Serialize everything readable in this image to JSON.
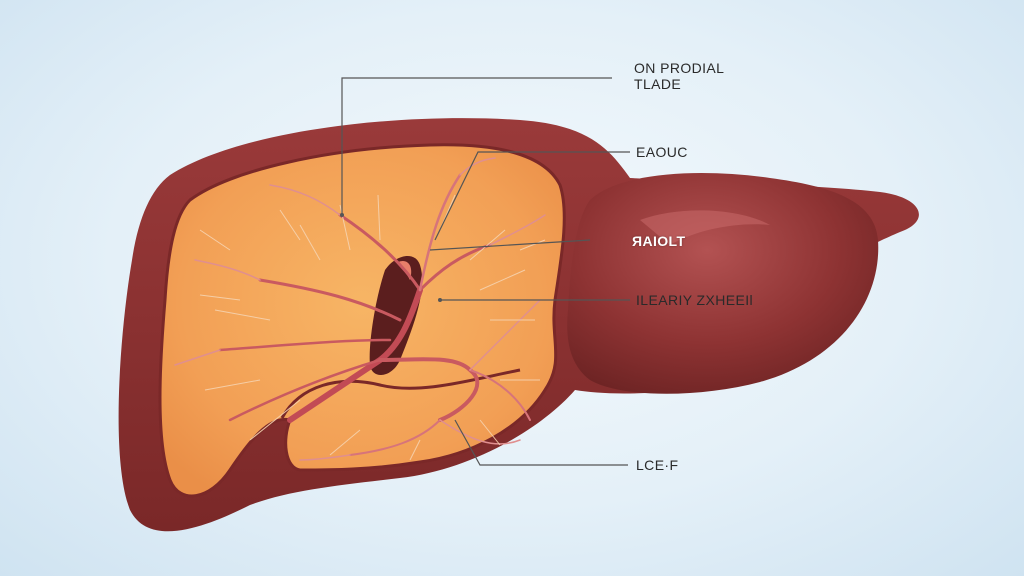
{
  "labels": {
    "label_1_line1": "ON PRODIAL",
    "label_1_line2": "TLADE",
    "label_2": "EAOUC",
    "label_3": "ЯAIOLT",
    "label_4": "ILEARIY ZXHEEIl",
    "label_5": "LCE·F"
  },
  "colors": {
    "capsule": "#8a2f2f",
    "parenchyma": "#f2a35a",
    "parenchyma_light": "#f7c070",
    "vessels": "#c8505a",
    "lobe": "#8e3333",
    "leader_line": "#555555"
  }
}
